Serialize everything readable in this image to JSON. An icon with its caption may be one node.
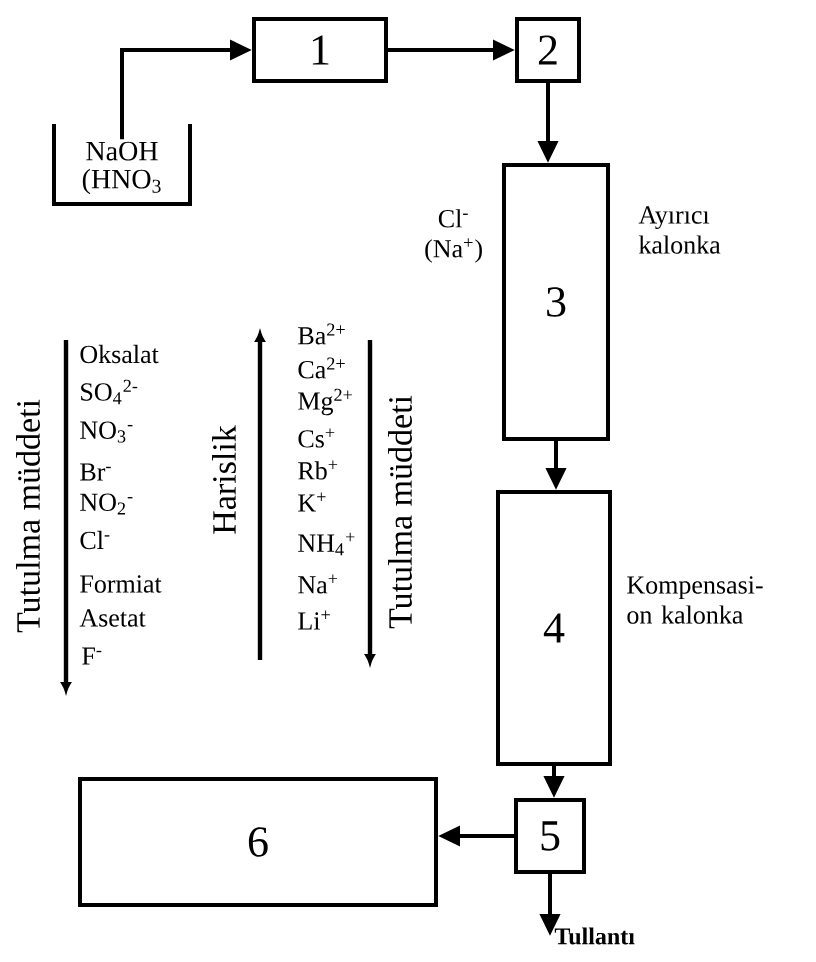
{
  "diagram": {
    "nodes": [
      {
        "text": [
          "NaOH (HNO$_{3}$"
        ]
      },
      {
        "text": [
          "1"
        ]
      },
      {
        "text": [
          "2"
        ]
      },
      {
        "text": [
          "3"
        ],
        "beside": [
          "Ayırıcı kalonka",
          "Cl$^{-}$ (Na$^{+}$)"
        ]
      },
      {
        "text": [
          "4"
        ],
        "beside": [
          "Kompensasi- on kalonka"
        ]
      },
      {
        "text": [
          "5"
        ]
      },
      {
        "text": [
          "6"
        ]
      },
      {
        "text": [
          "Tullantı"
        ]
      }
    ],
    "edges": [
      {
        "from": 0,
        "to": 1,
        "arrow": "to"
      },
      {
        "from": 1,
        "to": 2,
        "arrow": "to"
      },
      {
        "from": 2,
        "to": 3,
        "arrow": "to"
      },
      {
        "from": 3,
        "to": 4,
        "arrow": "to"
      },
      {
        "from": 4,
        "to": 5,
        "arrow": "to"
      },
      {
        "from": 5,
        "to": 6,
        "arrow": "to"
      },
      {
        "from": 5,
        "to": 7,
        "arrow": "to"
      }
    ],
    "labels": [
      "Tutulma müddeti",
      "Oksalat",
      "SO$_{4}$$^{2-}$",
      "NO$_{3}$$^{-}$",
      "Br$^{-}$",
      "NO$_{2}$$^{-}$",
      "Cl$^{-}$",
      "Formiat",
      "Asetat",
      "F$^{-}$",
      "Harislik",
      "Ba$^{2+}$",
      "Ca$^{2+}$",
      "Mg$^{2+}$",
      "Cs$^{+}$",
      "Rb$^{+}$",
      "K$^{+}$",
      "NH$_{4}$$^{+}$",
      "Na$^{+}$",
      "Li$^{+}$",
      "Tutulma müddeti"
    ]
  }
}
